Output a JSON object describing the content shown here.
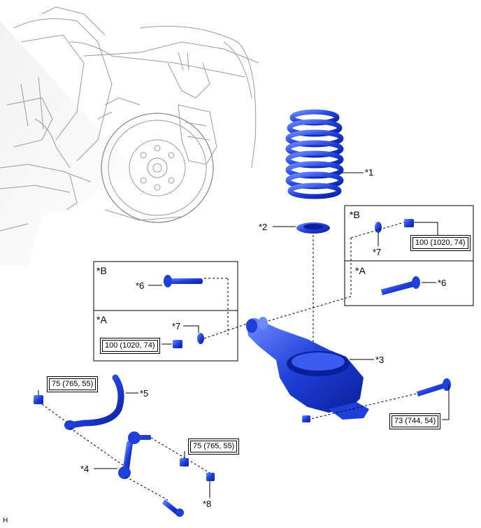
{
  "callouts": {
    "c1": "*1",
    "c2": "*2",
    "c3": "*3",
    "c4": "*4",
    "c5": "*5",
    "c6_left": "*6",
    "c6_right": "*6",
    "c7_left": "*7",
    "c7_right": "*7",
    "c8": "*8"
  },
  "variants": {
    "left_b": "*B",
    "left_a": "*A",
    "right_b": "*B",
    "right_a": "*A"
  },
  "torques": {
    "t_right_b": "100 (1020, 74)",
    "t_left_a": "100 (1020, 74)",
    "t_stabilizer_top": "75 (765, 55)",
    "t_link": "75 (765, 55)",
    "t_arm_bolt": "73 (744, 54)"
  },
  "corner_code": "H",
  "colors": {
    "part_blue": "#1f3fd9",
    "part_dark": "#0a1f9a",
    "part_light": "#6f8cff"
  }
}
